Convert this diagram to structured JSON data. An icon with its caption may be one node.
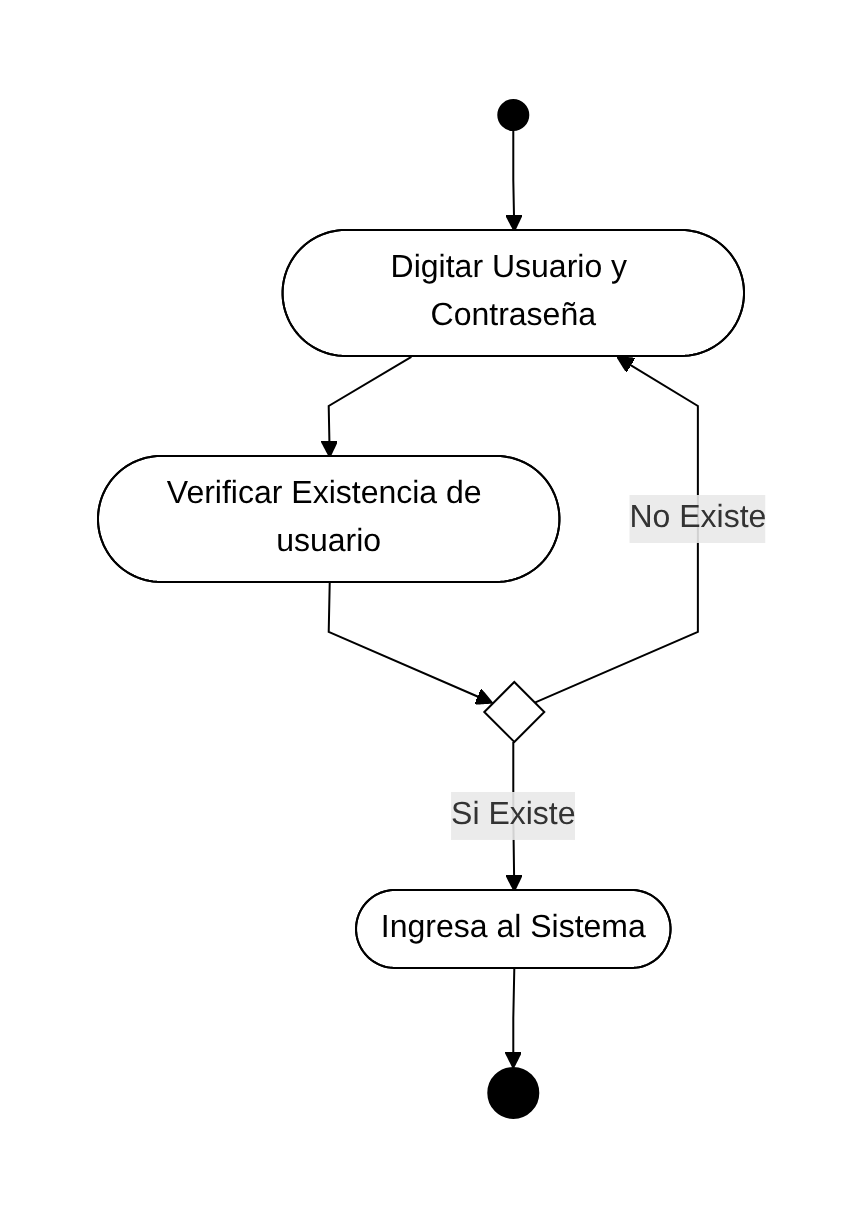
{
  "diagram": {
    "nodes": [
      {
        "text": [],
        "shape": "circle"
      },
      {
        "text": [
          "Digitar Usuario y Contraseña"
        ]
      },
      {
        "text": [
          "Verificar Existencia de usuario"
        ]
      },
      {
        "text": [],
        "shape": "diamond"
      },
      {
        "text": [
          "Ingresa al Sistema"
        ]
      },
      {
        "text": [],
        "shape": "bullseye"
      }
    ],
    "edges": [
      {
        "from": 0,
        "to": 1,
        "arrow": "to"
      },
      {
        "from": 1,
        "to": 2,
        "arrow": "to"
      },
      {
        "from": 2,
        "to": 3,
        "arrow": "to"
      },
      {
        "from": 3,
        "to": 4,
        "arrow": "to",
        "label": "Si Existe"
      },
      {
        "from": 3,
        "to": 1,
        "arrow": "to",
        "label": "No Existe"
      },
      {
        "from": 4,
        "to": 5,
        "arrow": "to"
      }
    ]
  }
}
